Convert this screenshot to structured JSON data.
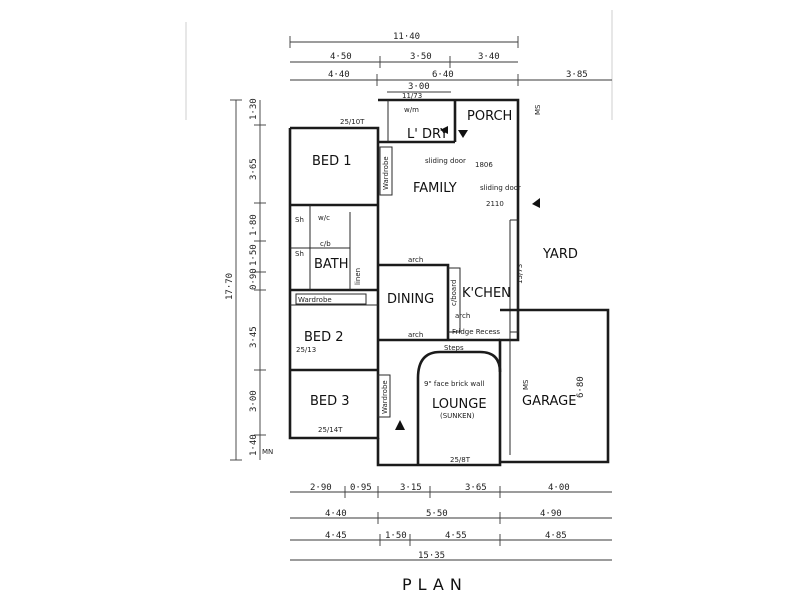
{
  "title": "PLAN",
  "rooms": {
    "porch": "PORCH",
    "laundry": "L' DRY",
    "bed1": "BED 1",
    "family": "FAMILY",
    "yard": "YARD",
    "bath": "BATH",
    "dining": "DINING",
    "kitchen": "K'CHEN",
    "bed2": "BED 2",
    "bed3": "BED 3",
    "lounge": "LOUNGE",
    "lounge_sub": "(SUNKEN)",
    "garage": "GARAGE"
  },
  "notes": {
    "wardrobe_bed1": "Wardrobe",
    "wardrobe_bed2": "Wardrobe",
    "wardrobe_bed3": "Wardrobe",
    "sh": "Sh",
    "wc": "w/c",
    "linen": "linen",
    "sh2": "Sh",
    "cb": "c/b",
    "arch1": "arch",
    "arch2": "arch",
    "arch3": "arch",
    "cupboard": "c/board",
    "fridge": "Fridge Recess",
    "steps": "Steps",
    "brick_wall": "9\" face brick wall",
    "sliding_door1": "sliding door",
    "sliding_door2": "sliding door",
    "door_code1": "1806",
    "door_code2": "2110",
    "window_bed1": "25/10T",
    "window_bed2": "25/13",
    "window_bed3": "25/14T",
    "window_lounge": "25/8T",
    "window_kitchen": "15/73",
    "window_top": "11/73",
    "wm": "w/m",
    "ms": "MS",
    "mn": "MN",
    "ms2": "MS"
  },
  "dims_top": {
    "overall": "11·40",
    "row1": [
      "4·50",
      "3·50",
      "3·40"
    ],
    "row2": [
      "4·40",
      "6·40",
      "3·85"
    ],
    "row3": [
      "3·00"
    ]
  },
  "dims_left": {
    "overall": "17·70",
    "segments": [
      "1·30",
      "3·65",
      "1·80",
      "1·50",
      "0·90",
      "3·45",
      "3·00",
      "1·40"
    ]
  },
  "dims_bottom": {
    "row1": [
      "2·90",
      "0·95",
      "3·15",
      "3·65",
      "4·00"
    ],
    "row2": [
      "4·40",
      "5·50",
      "4·90"
    ],
    "row3": [
      "4·45",
      "1·50",
      "4·55",
      "4·85"
    ],
    "overall": "15·35"
  },
  "dims_right": {
    "garage": "6·80"
  }
}
